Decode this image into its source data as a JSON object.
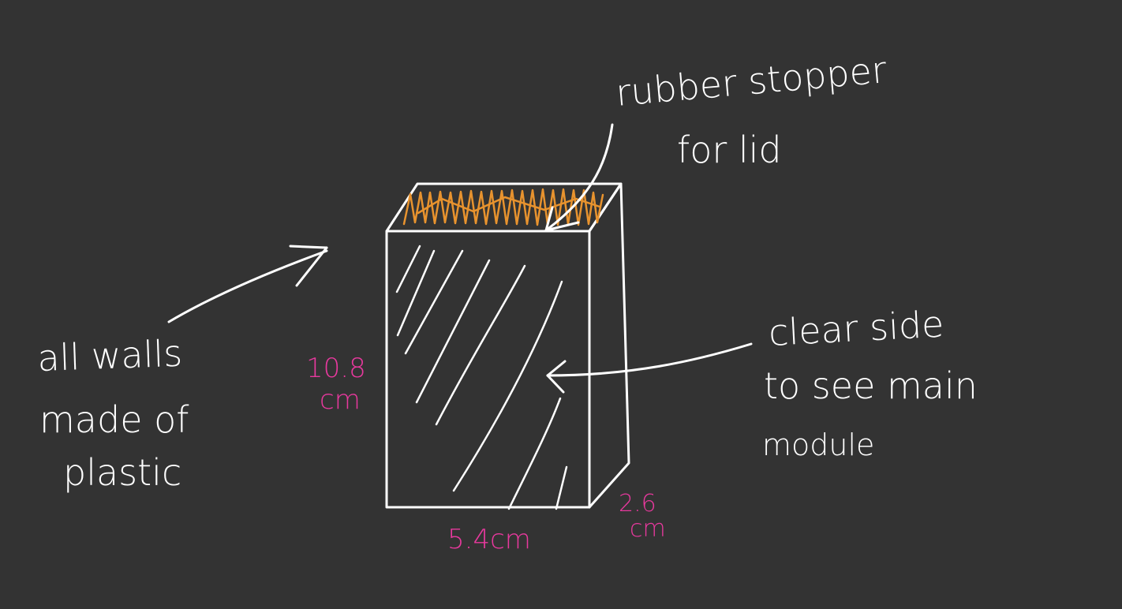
{
  "colors": {
    "background": "#333333",
    "ink": "#ffffff",
    "stopper": "#e8932e",
    "dimension": "#e8399e"
  },
  "labels": {
    "stopper_line1": "rubber stopper",
    "stopper_line2": "for lid",
    "walls_line1": "all walls",
    "walls_line2": "made of",
    "walls_line3": "plastic",
    "clear_line1": "clear side",
    "clear_line2": "to see main",
    "clear_line3": "module"
  },
  "dimensions": {
    "height_value": "10.8",
    "height_unit": "cm",
    "width": "5.4cm",
    "depth_value": "2.6",
    "depth_unit": "cm"
  }
}
